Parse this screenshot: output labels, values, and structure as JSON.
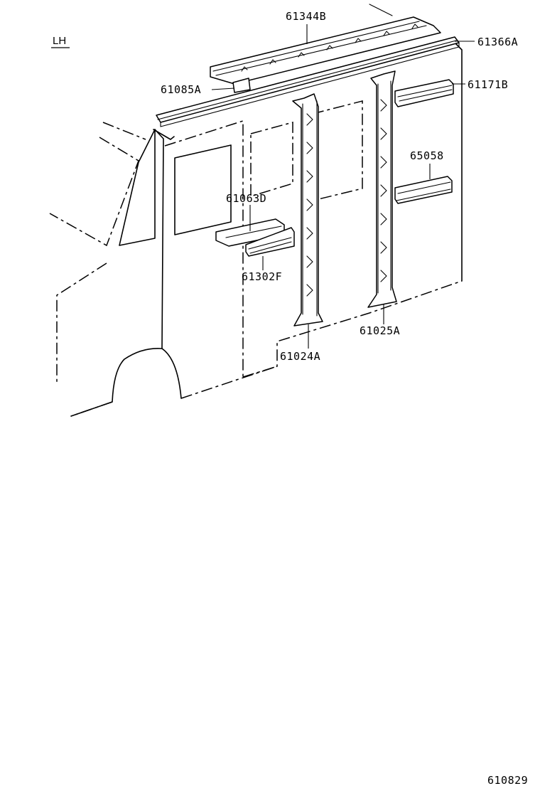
{
  "side_label": "LH",
  "diagram_code": "610829",
  "parts": [
    {
      "id": "p61344B",
      "number": "61344B"
    },
    {
      "id": "p61366A",
      "number": "61366A"
    },
    {
      "id": "p61085A",
      "number": "61085A"
    },
    {
      "id": "p61171B",
      "number": "61171B"
    },
    {
      "id": "p65058",
      "number": "65058"
    },
    {
      "id": "p61063D",
      "number": "61063D"
    },
    {
      "id": "p61302F",
      "number": "61302F"
    },
    {
      "id": "p61025A",
      "number": "61025A"
    },
    {
      "id": "p61024A",
      "number": "61024A"
    }
  ]
}
